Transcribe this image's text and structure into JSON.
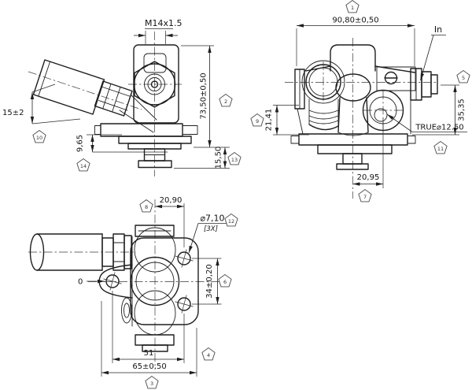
{
  "drawing": {
    "kind": "engineering-3-view-dimensional-drawing",
    "background": "#ffffff",
    "line_color": "#1f1f1f"
  },
  "views": {
    "side": {
      "dims": {
        "thread": "M14x1.5",
        "overall_height": "73,50±0,50",
        "lever_travel": "15±2",
        "flange_to_collar": "9,65",
        "shaft_length": "15,50"
      }
    },
    "front": {
      "dims": {
        "overall_width": "90,80±0,50",
        "inlet": "In",
        "inlet_height": "35,35",
        "boss_height": "21,41",
        "true_position": "TRUE⌀12.50",
        "outlet_offset": "20,95"
      }
    },
    "top": {
      "dims": {
        "hole_offset": "20,90",
        "hole_diameter": "⌀7,10",
        "hole_count": "[3X]",
        "hole_spacing": "34±0,20",
        "datum": "0",
        "bolt_span": "51",
        "overall_width": "65±0,50"
      }
    }
  },
  "balloons": [
    {
      "label": "1"
    },
    {
      "label": "2"
    },
    {
      "label": "3"
    },
    {
      "label": "4"
    },
    {
      "label": "5"
    },
    {
      "label": "6"
    },
    {
      "label": "7"
    },
    {
      "label": "8"
    },
    {
      "label": "9"
    },
    {
      "label": "10"
    },
    {
      "label": "11"
    },
    {
      "label": "12"
    },
    {
      "label": "13"
    },
    {
      "label": "14"
    }
  ]
}
